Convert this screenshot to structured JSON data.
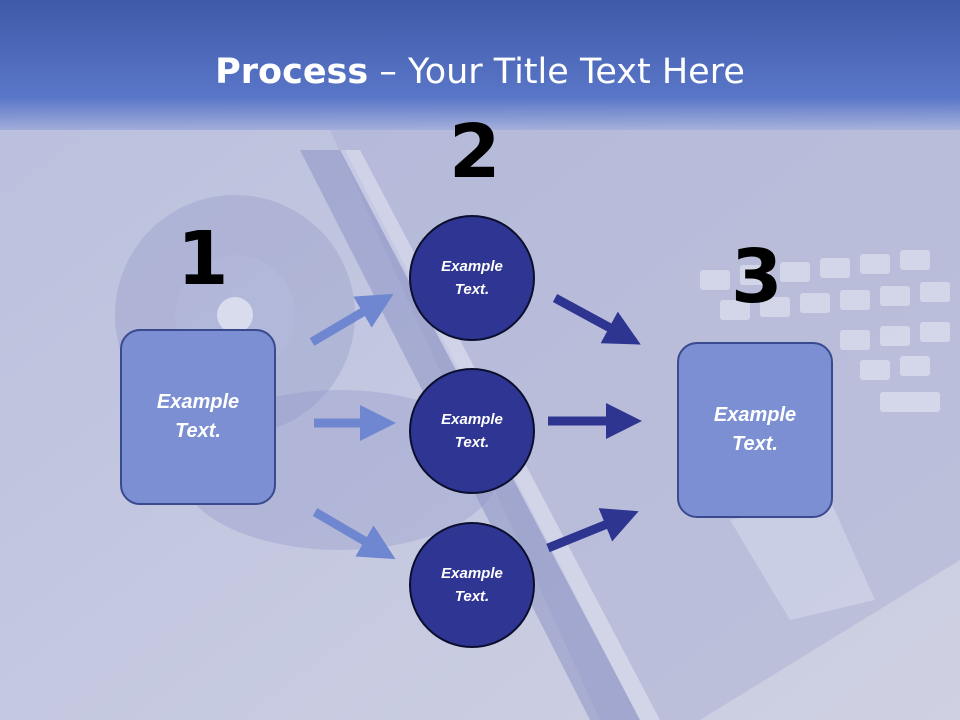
{
  "title": {
    "bold": "Process",
    "rest": " – Your Title Text Here"
  },
  "steps": [
    {
      "number": "1",
      "label": "Example\nText."
    },
    {
      "number": "2"
    },
    {
      "number": "3",
      "label": "Example\nText."
    }
  ],
  "circles": [
    {
      "label": "Example\nText."
    },
    {
      "label": "Example\nText."
    },
    {
      "label": "Example\nText."
    }
  ],
  "colors": {
    "title_bar": "#4d68bb",
    "box_fill": "#7b8fd2",
    "circle_fill": "#2e3592",
    "light_arrow": "#6f86d0",
    "dark_arrow": "#2d3590"
  }
}
